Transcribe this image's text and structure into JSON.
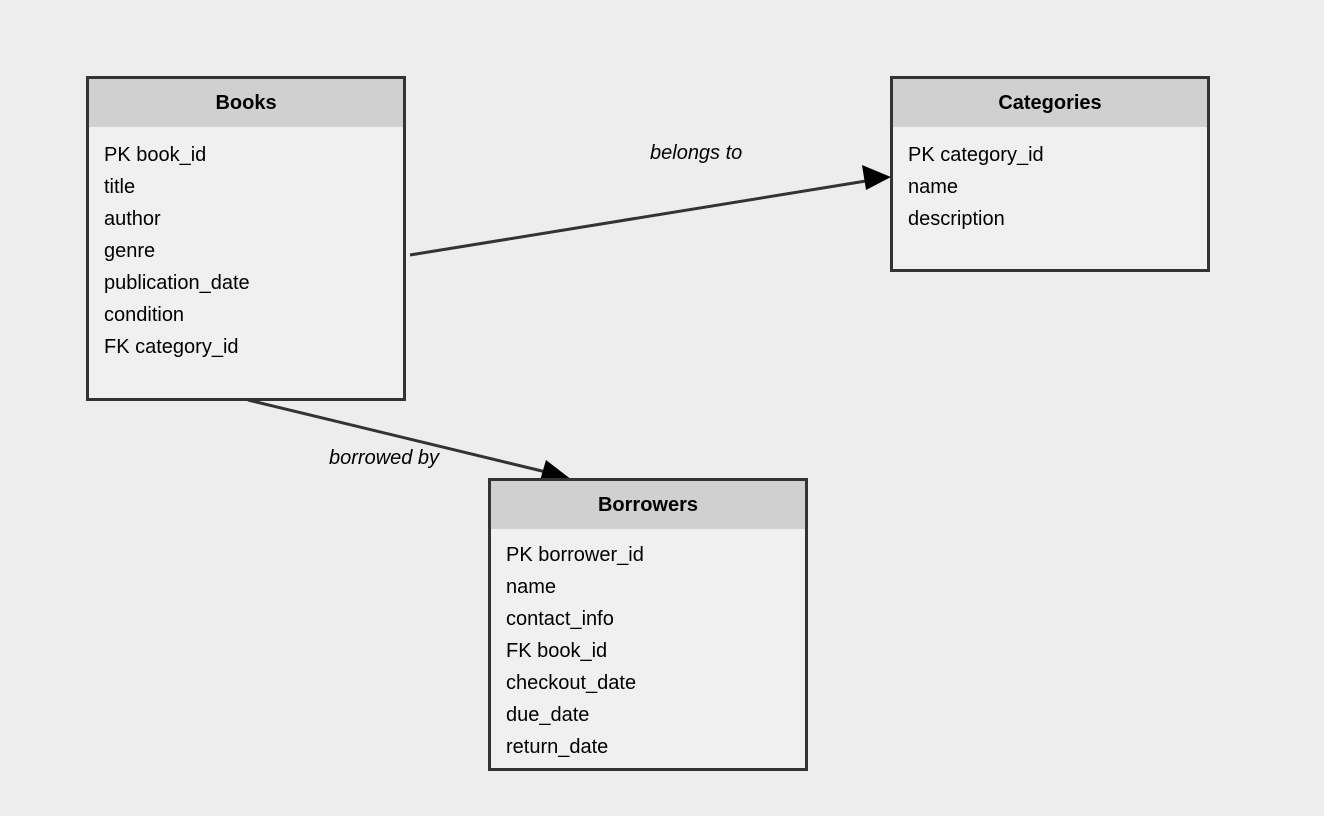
{
  "entities": {
    "books": {
      "title": "Books",
      "fields": [
        "PK book_id",
        "title",
        "author",
        "genre",
        "publication_date",
        "condition",
        "FK category_id"
      ]
    },
    "categories": {
      "title": "Categories",
      "fields": [
        "PK category_id",
        "name",
        "description"
      ]
    },
    "borrowers": {
      "title": "Borrowers",
      "fields": [
        "PK borrower_id",
        "name",
        "contact_info",
        "FK book_id",
        "checkout_date",
        "due_date",
        "return_date"
      ]
    }
  },
  "relationships": [
    {
      "from": "Books",
      "to": "Categories",
      "label": "belongs to"
    },
    {
      "from": "Books",
      "to": "Borrowers",
      "label": "borrowed by"
    }
  ],
  "colors": {
    "background": "#ededed",
    "entity_fill": "#f0f0f0",
    "header_fill": "#d0d0d0",
    "border": "#333333",
    "arrow_head": "#000000"
  }
}
